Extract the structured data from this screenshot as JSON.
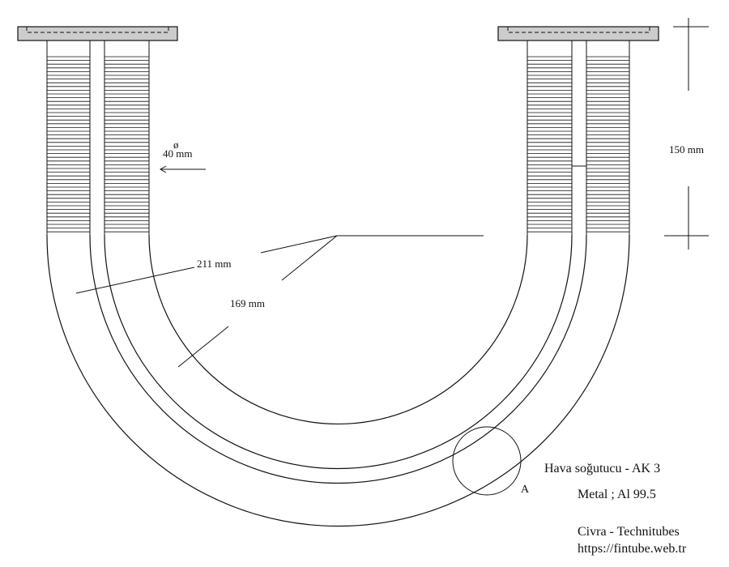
{
  "dimensions": {
    "tube_diameter": "40 mm",
    "diameter_symbol": "ø",
    "outer_radius": "211 mm",
    "inner_radius": "169 mm",
    "straight_length": "150 mm"
  },
  "detail_label": "A",
  "info": {
    "product": "Hava soğutucu - AK 3",
    "material": "Metal ; Al 99.5",
    "maker": "Civra - Technitubes",
    "website": "https://fintube.web.tr"
  },
  "colors": {
    "line": "#111111",
    "flange_fill": "#cccccc",
    "background": "#ffffff"
  }
}
